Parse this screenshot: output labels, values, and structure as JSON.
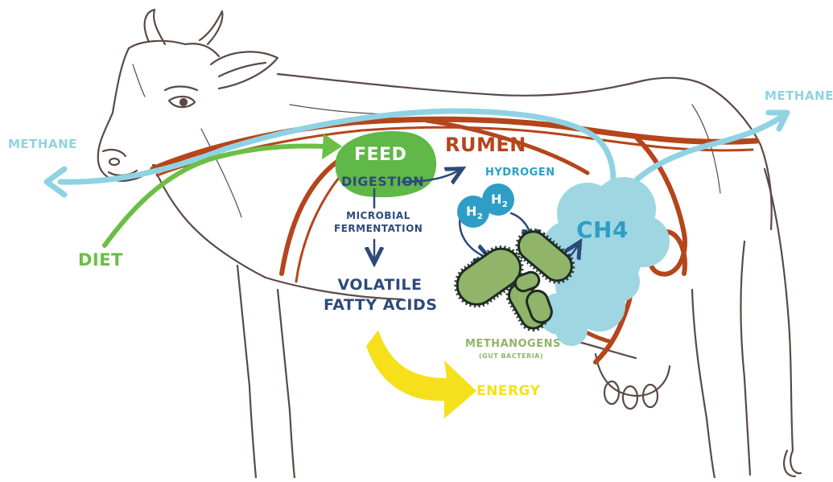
{
  "labels": {
    "methane_left": "METHANE",
    "methane_right": "METHANE",
    "diet": "DIET",
    "feed": "FEED",
    "digestion": "DIGESTION",
    "rumen": "RUMEN",
    "hydrogen": "HYDROGEN",
    "h2": "H",
    "h2_sub": "2",
    "ch4": "CH4",
    "microbial_line1": "MICROBIAL",
    "microbial_line2": "FERMENTATION",
    "vfa_line1": "VOLATILE",
    "vfa_line2": "FATTY ACIDS",
    "methanogens": "METHANOGENS",
    "gut_bacteria": "(GUT BACTERIA)",
    "energy": "ENERGY"
  },
  "colors": {
    "methane": "#8fd3e3",
    "diet": "#6bbf45",
    "feed_blob": "#5fb847",
    "rumen": "#b5451b",
    "ch4_cloud": "#9ed6e2",
    "h2_circle": "#2e9ec6",
    "dark_blue": "#2d4a7a",
    "bacteria": "#8fb46a",
    "energy": "#f6e01c",
    "sketch": "#5a4a46"
  }
}
